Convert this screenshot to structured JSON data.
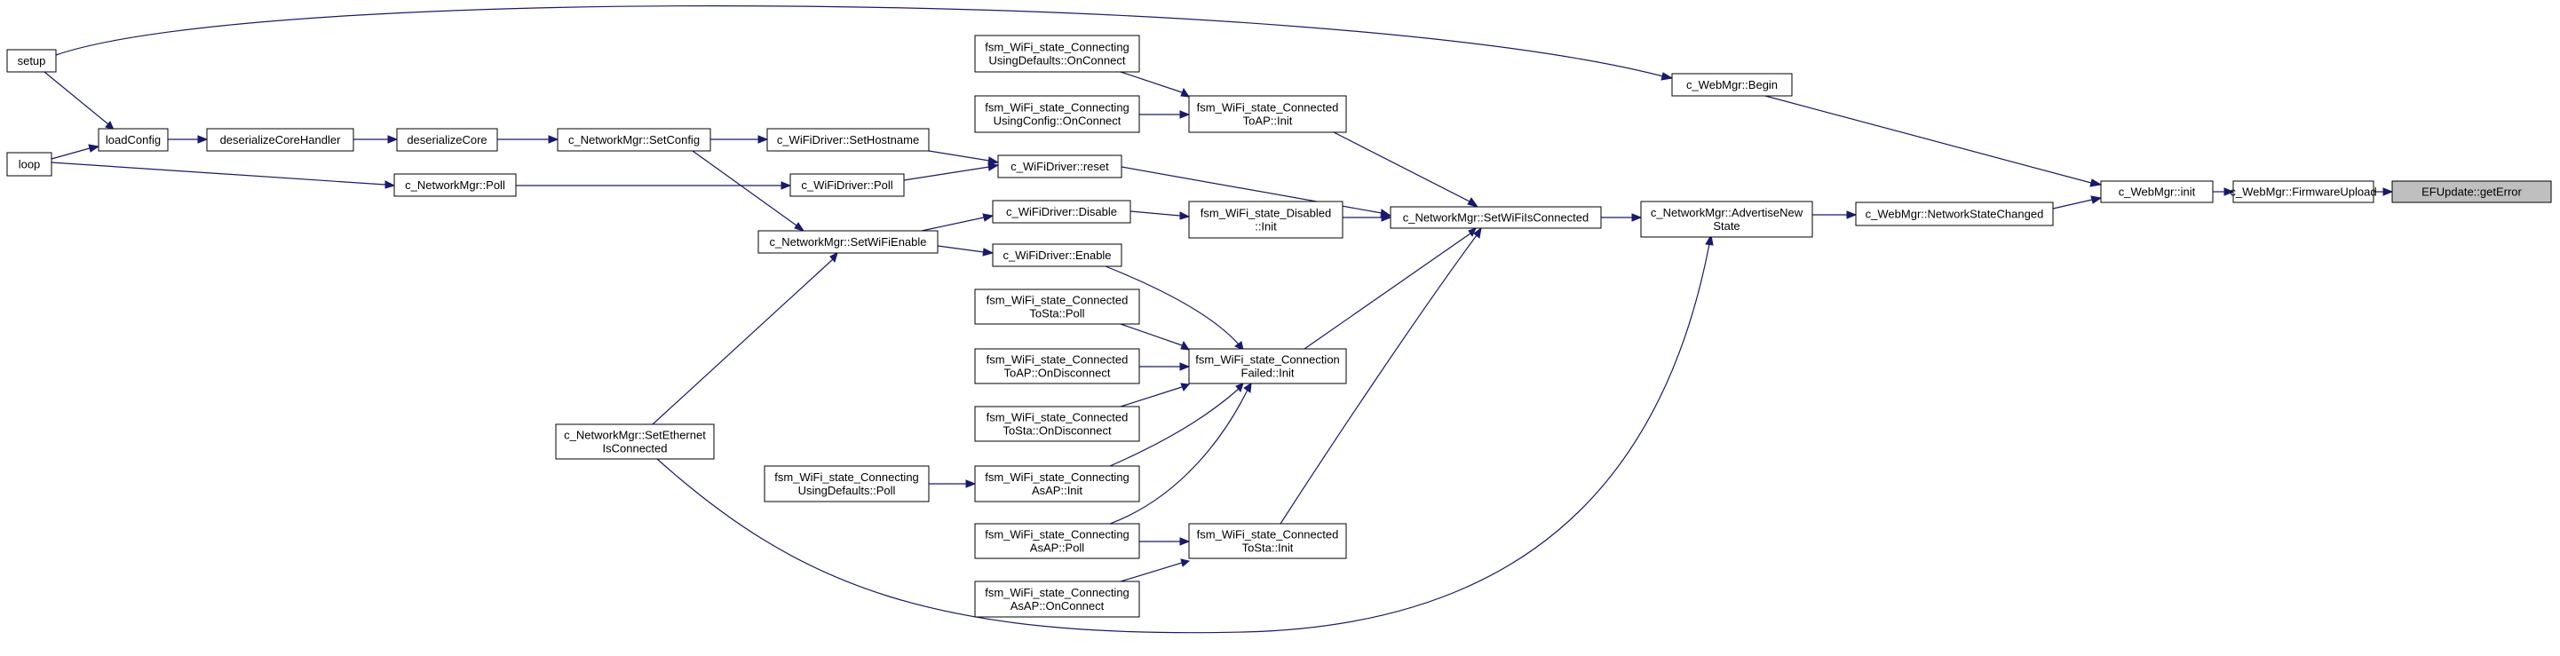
{
  "graph": {
    "colors": {
      "edge": "#191970",
      "node_border": "#000000",
      "node_fill": "#ffffff",
      "highlight_fill": "#bfbfbf"
    },
    "nodes": {
      "n_geterror": [
        "EFUpdate::getError"
      ],
      "n_fwupload": [
        "c_WebMgr::FirmwareUpload"
      ],
      "n_init": [
        "c_WebMgr::init"
      ],
      "n_begin": [
        "c_WebMgr::Begin"
      ],
      "n_nsc": [
        "c_WebMgr::NetworkStateChanged"
      ],
      "n_adv": [
        "c_NetworkMgr::AdvertiseNew",
        "State"
      ],
      "n_setwific": [
        "c_NetworkMgr::SetWiFiIsConnected"
      ],
      "n_setup": [
        "setup"
      ],
      "n_loop": [
        "loop"
      ],
      "n_loadconfig": [
        "loadConfig"
      ],
      "n_deshandler": [
        "deserializeCoreHandler"
      ],
      "n_descore": [
        "deserializeCore"
      ],
      "n_setconfig": [
        "c_NetworkMgr::SetConfig"
      ],
      "n_sethost": [
        "c_WiFiDriver::SetHostname"
      ],
      "n_nmpoll": [
        "c_NetworkMgr::Poll"
      ],
      "n_wdpoll": [
        "c_WiFiDriver::Poll"
      ],
      "n_reset": [
        "c_WiFiDriver::reset"
      ],
      "n_disable": [
        "c_WiFiDriver::Disable"
      ],
      "n_enable": [
        "c_WiFiDriver::Enable"
      ],
      "n_setwifie": [
        "c_NetworkMgr::SetWiFiEnable"
      ],
      "n_seteth": [
        "c_NetworkMgr::SetEthernet",
        "IsConnected"
      ],
      "n_cudoncon": [
        "fsm_WiFi_state_Connecting",
        "UsingDefaults::OnConnect"
      ],
      "n_cuconcon": [
        "fsm_WiFi_state_Connecting",
        "UsingConfig::OnConnect"
      ],
      "n_ctoapinit": [
        "fsm_WiFi_state_Connected",
        "ToAP::Init"
      ],
      "n_disinit": [
        "fsm_WiFi_state_Disabled",
        "::Init"
      ],
      "n_ctostapoll": [
        "fsm_WiFi_state_Connected",
        "ToSta::Poll"
      ],
      "n_ctoapdis": [
        "fsm_WiFi_state_Connected",
        "ToAP::OnDisconnect"
      ],
      "n_ctostadis": [
        "fsm_WiFi_state_Connected",
        "ToSta::OnDisconnect"
      ],
      "n_cfinit": [
        "fsm_WiFi_state_Connection",
        "Failed::Init"
      ],
      "n_cudpoll": [
        "fsm_WiFi_state_Connecting",
        "UsingDefaults::Poll"
      ],
      "n_casapinit": [
        "fsm_WiFi_state_Connecting",
        "AsAP::Init"
      ],
      "n_casappoll": [
        "fsm_WiFi_state_Connecting",
        "AsAP::Poll"
      ],
      "n_ctostainit": [
        "fsm_WiFi_state_Connected",
        "ToSta::Init"
      ],
      "n_casapcon": [
        "fsm_WiFi_state_Connecting",
        "AsAP::OnConnect"
      ]
    }
  }
}
